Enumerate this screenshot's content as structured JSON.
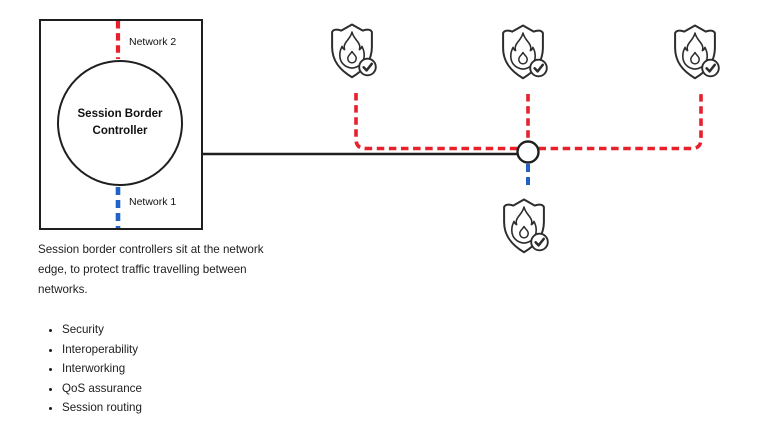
{
  "diagram": {
    "sbc_label": "Session Border Controller",
    "network_top_label": "Network 2",
    "network_bottom_label": "Network 1",
    "firewall_icon": "shield-flame-check-icon",
    "top_firewall_count": 3,
    "bottom_firewall_count": 1
  },
  "description": {
    "paragraph": "Session border controllers sit at the network edge, to protect traffic travelling between networks.",
    "features": [
      "Security",
      "Interoperability",
      "Interworking",
      "QoS assurance",
      "Session routing"
    ]
  },
  "colors": {
    "network2_red": "#e8202b",
    "network1_blue": "#1f63c5",
    "line_black": "#1f1f1f",
    "icon_stroke": "#2d2d2d"
  }
}
